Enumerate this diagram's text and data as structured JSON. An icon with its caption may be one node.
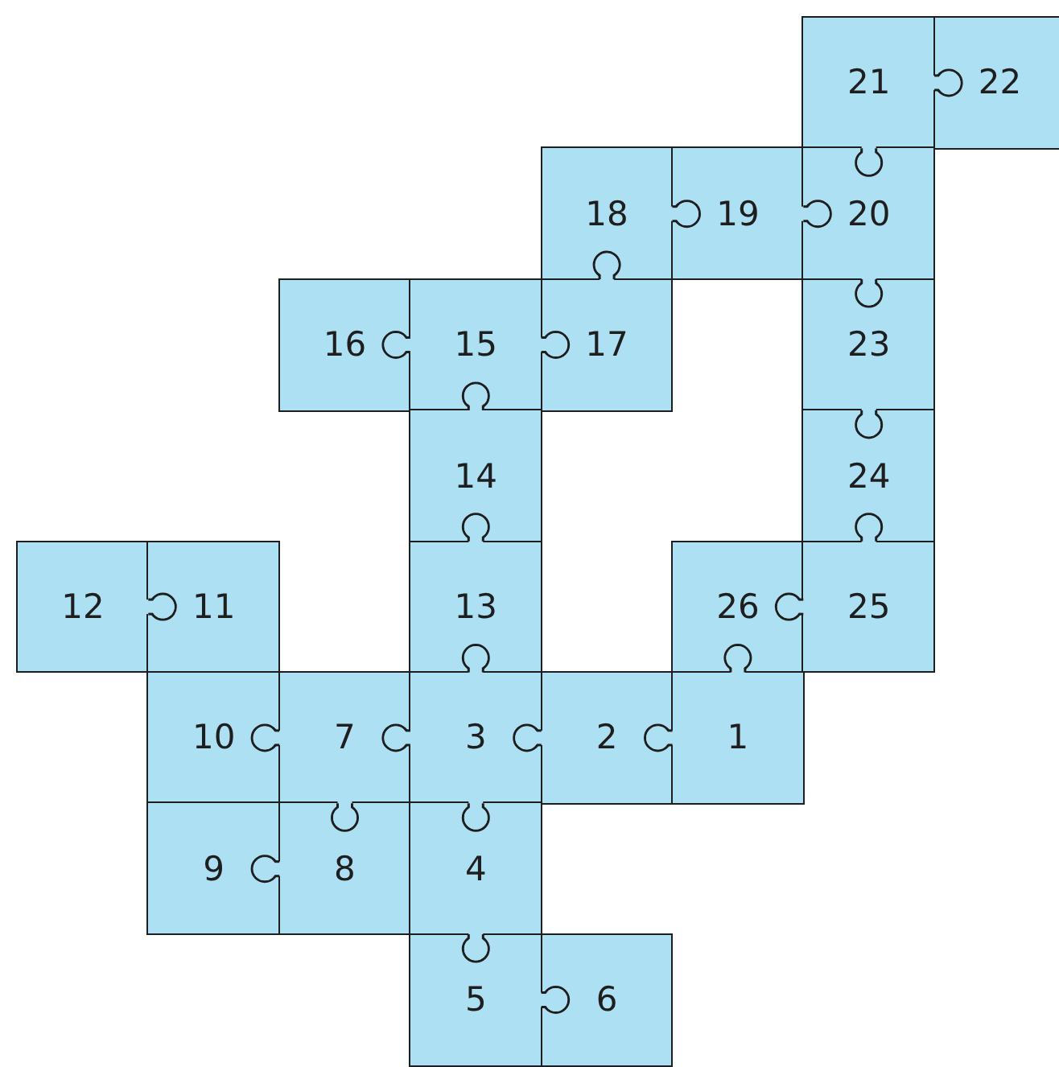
{
  "diagram": {
    "nodes": [
      {
        "text": [
          "21"
        ]
      },
      {
        "text": [
          "22"
        ]
      },
      {
        "text": [
          "18"
        ]
      },
      {
        "text": [
          "19"
        ]
      },
      {
        "text": [
          "20"
        ]
      },
      {
        "text": [
          "16"
        ]
      },
      {
        "text": [
          "15"
        ]
      },
      {
        "text": [
          "17"
        ]
      },
      {
        "text": [
          "23"
        ]
      },
      {
        "text": [
          "14"
        ]
      },
      {
        "text": [
          "24"
        ]
      },
      {
        "text": [
          "12"
        ]
      },
      {
        "text": [
          "11"
        ]
      },
      {
        "text": [
          "13"
        ]
      },
      {
        "text": [
          "26"
        ]
      },
      {
        "text": [
          "25"
        ]
      },
      {
        "text": [
          "10"
        ]
      },
      {
        "text": [
          "7"
        ]
      },
      {
        "text": [
          "3"
        ]
      },
      {
        "text": [
          "2"
        ]
      },
      {
        "text": [
          "1"
        ]
      },
      {
        "text": [
          "9"
        ]
      },
      {
        "text": [
          "8"
        ]
      },
      {
        "text": [
          "4"
        ]
      },
      {
        "text": [
          "5"
        ]
      },
      {
        "text": [
          "6"
        ]
      }
    ]
  }
}
